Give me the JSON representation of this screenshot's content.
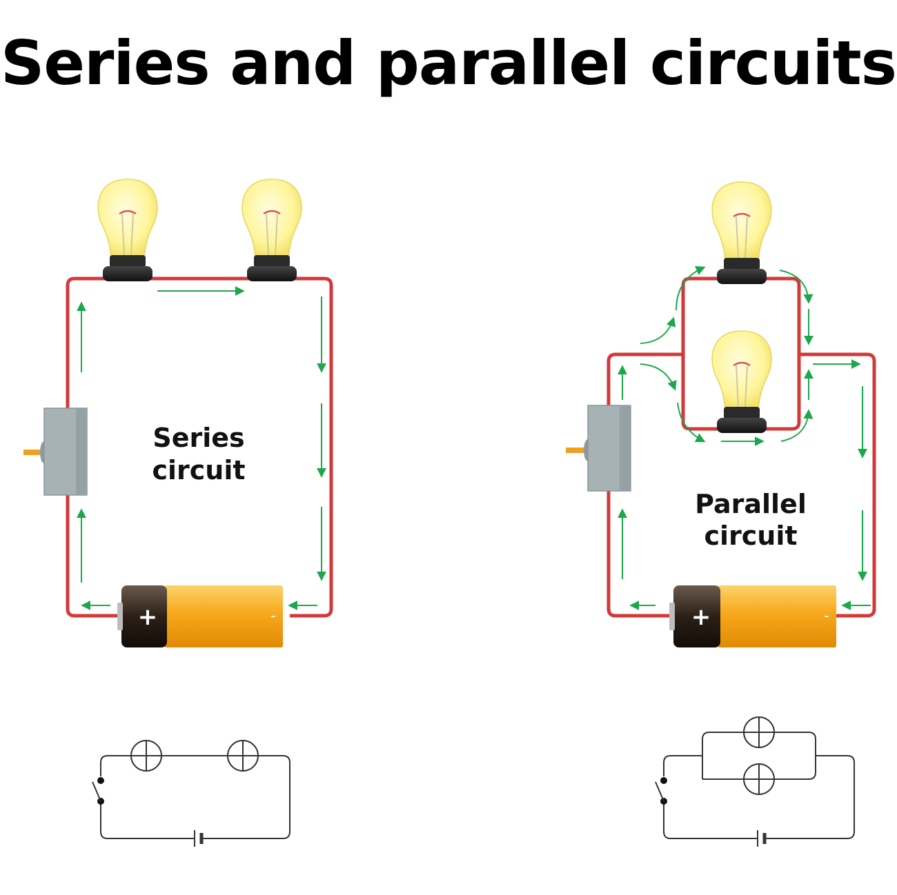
{
  "title": "Series and parallel circuits",
  "series": {
    "label_line1": "Series",
    "label_line2": "circuit"
  },
  "parallel": {
    "label_line1": "Parallel",
    "label_line2": "circuit"
  },
  "battery": {
    "positive_symbol": "+",
    "negative_symbol": "-"
  },
  "colors": {
    "wire": "#d23a3a",
    "current_arrow": "#1aa84a",
    "bulb_glass": "#fff7a8",
    "bulb_base": "#1c1c1c",
    "battery_body": "#f7a81b",
    "battery_cap": "#2b2018",
    "switch": "#a7b2b5",
    "switch_lever": "#f0a020",
    "schematic_line": "#333333"
  },
  "icons": [
    "light-bulb-icon",
    "battery-icon",
    "switch-icon",
    "current-arrow-icon",
    "lamp-symbol-icon",
    "cell-symbol-icon",
    "switch-symbol-icon"
  ]
}
